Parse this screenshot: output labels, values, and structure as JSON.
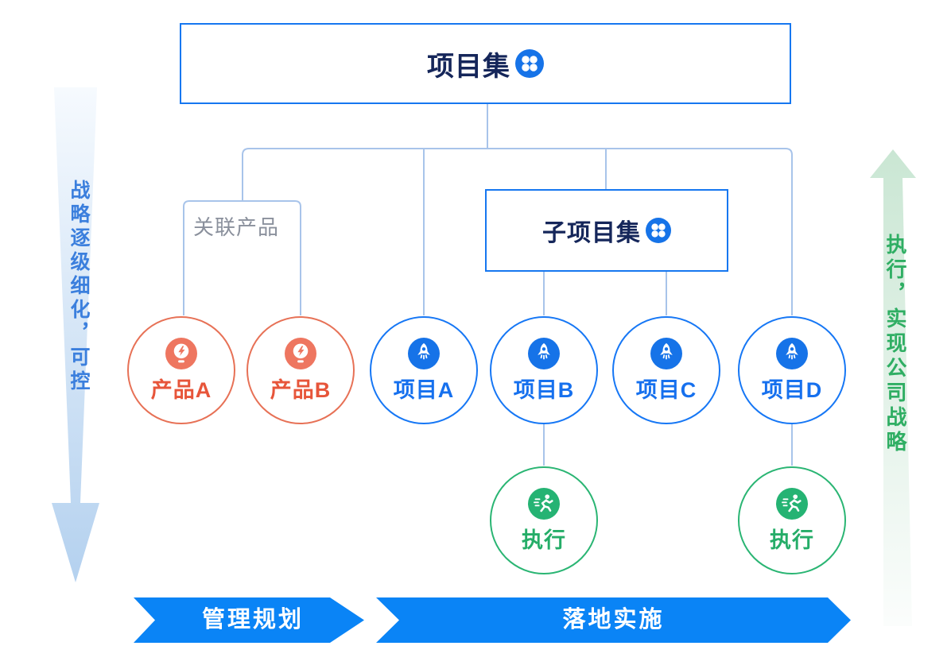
{
  "program_box": {
    "label": "项目集",
    "icon": "program-grid-icon"
  },
  "subprogram_box": {
    "label": "子项目集",
    "icon": "program-grid-icon"
  },
  "related_products": {
    "label": "关联产品"
  },
  "side_arrows": {
    "left": {
      "text": "战略逐级细化，可控",
      "direction": "down",
      "text_color": "#3b7fdd"
    },
    "right": {
      "text": "执行，实现公司战略",
      "direction": "up",
      "text_color": "#2fae63"
    }
  },
  "nodes": {
    "products": [
      {
        "label": "产品A",
        "icon": "lightbulb-bolt-icon"
      },
      {
        "label": "产品B",
        "icon": "lightbulb-bolt-icon"
      }
    ],
    "projects": [
      {
        "label": "项目A",
        "icon": "rocket-icon"
      },
      {
        "label": "项目B",
        "icon": "rocket-icon"
      },
      {
        "label": "项目C",
        "icon": "rocket-icon"
      },
      {
        "label": "项目D",
        "icon": "rocket-icon"
      }
    ],
    "executions": [
      {
        "label": "执行",
        "icon": "runner-icon"
      },
      {
        "label": "执行",
        "icon": "runner-icon"
      }
    ]
  },
  "banners": [
    {
      "label": "管理规划"
    },
    {
      "label": "落地实施"
    }
  ],
  "colors": {
    "box_border_blue": "#1677f0",
    "title_navy": "#15265a",
    "icon_blue": "#1673e8",
    "connector_blue": "#a8c4ea",
    "product_salmon": "#e77156",
    "project_blue": "#1677f5",
    "exec_green": "#2ab573",
    "banner_blue": "#0a84f6"
  }
}
